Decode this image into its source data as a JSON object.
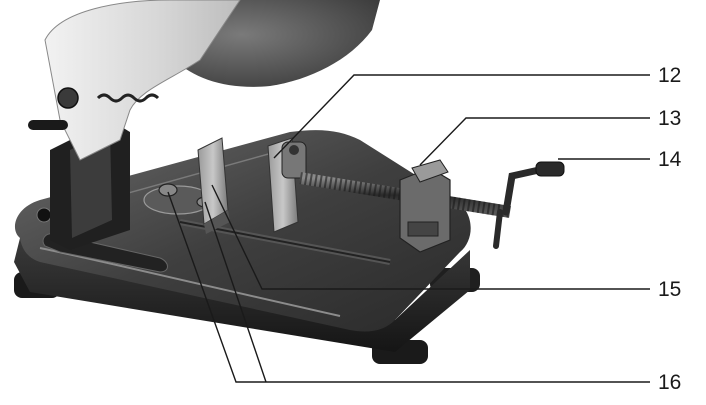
{
  "figure": {
    "subject": "cut-off-saw-base-with-vise",
    "callouts": [
      {
        "id": "c12",
        "label": "12"
      },
      {
        "id": "c13",
        "label": "13"
      },
      {
        "id": "c14",
        "label": "14"
      },
      {
        "id": "c15",
        "label": "15"
      },
      {
        "id": "c16",
        "label": "16"
      }
    ]
  }
}
